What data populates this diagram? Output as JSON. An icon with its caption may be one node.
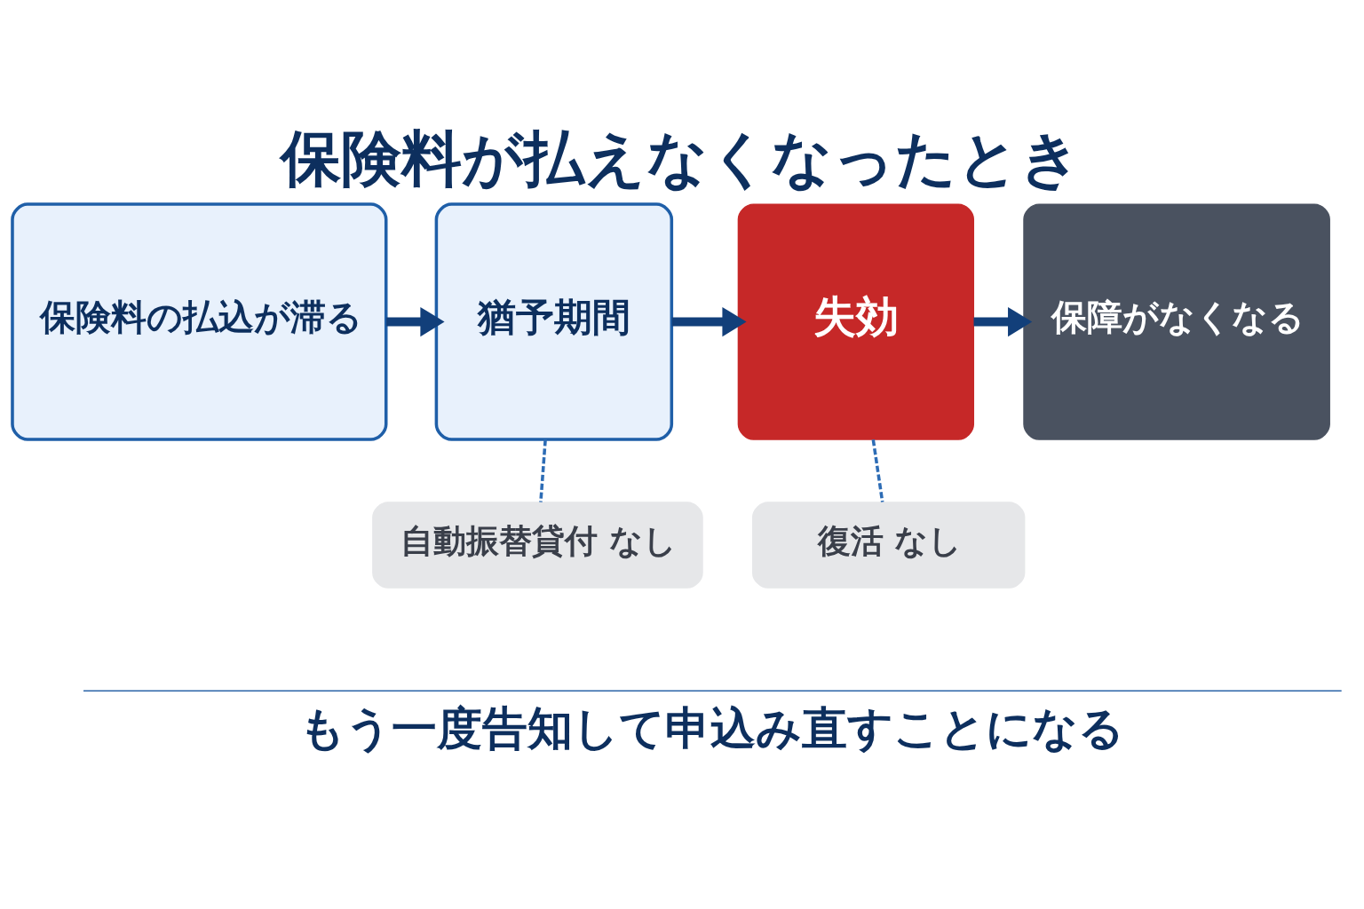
{
  "diagram": {
    "title": "保険料が払えなくなったとき",
    "caption": "もう一度告知して申込み直すことになる",
    "nodes": [
      {
        "text": [
          "保険料の払込が滞る"
        ]
      },
      {
        "text": [
          "猶予期間"
        ]
      },
      {
        "text": [
          "失効"
        ]
      },
      {
        "text": [
          "保障がなくなる"
        ]
      },
      {
        "text": [
          "自動振替貸付 なし"
        ]
      },
      {
        "text": [
          "復活 なし"
        ]
      }
    ],
    "edges": [
      {
        "from": 0,
        "to": 1,
        "arrow": "to"
      },
      {
        "from": 1,
        "to": 2,
        "arrow": "to"
      },
      {
        "from": 2,
        "to": 3,
        "arrow": "to"
      },
      {
        "from": 1,
        "to": 4,
        "arrow": "none",
        "style": "dashed",
        "color": "#2d6cb5"
      },
      {
        "from": 2,
        "to": 5,
        "arrow": "none",
        "style": "dashed",
        "color": "#2d6cb5"
      }
    ]
  }
}
